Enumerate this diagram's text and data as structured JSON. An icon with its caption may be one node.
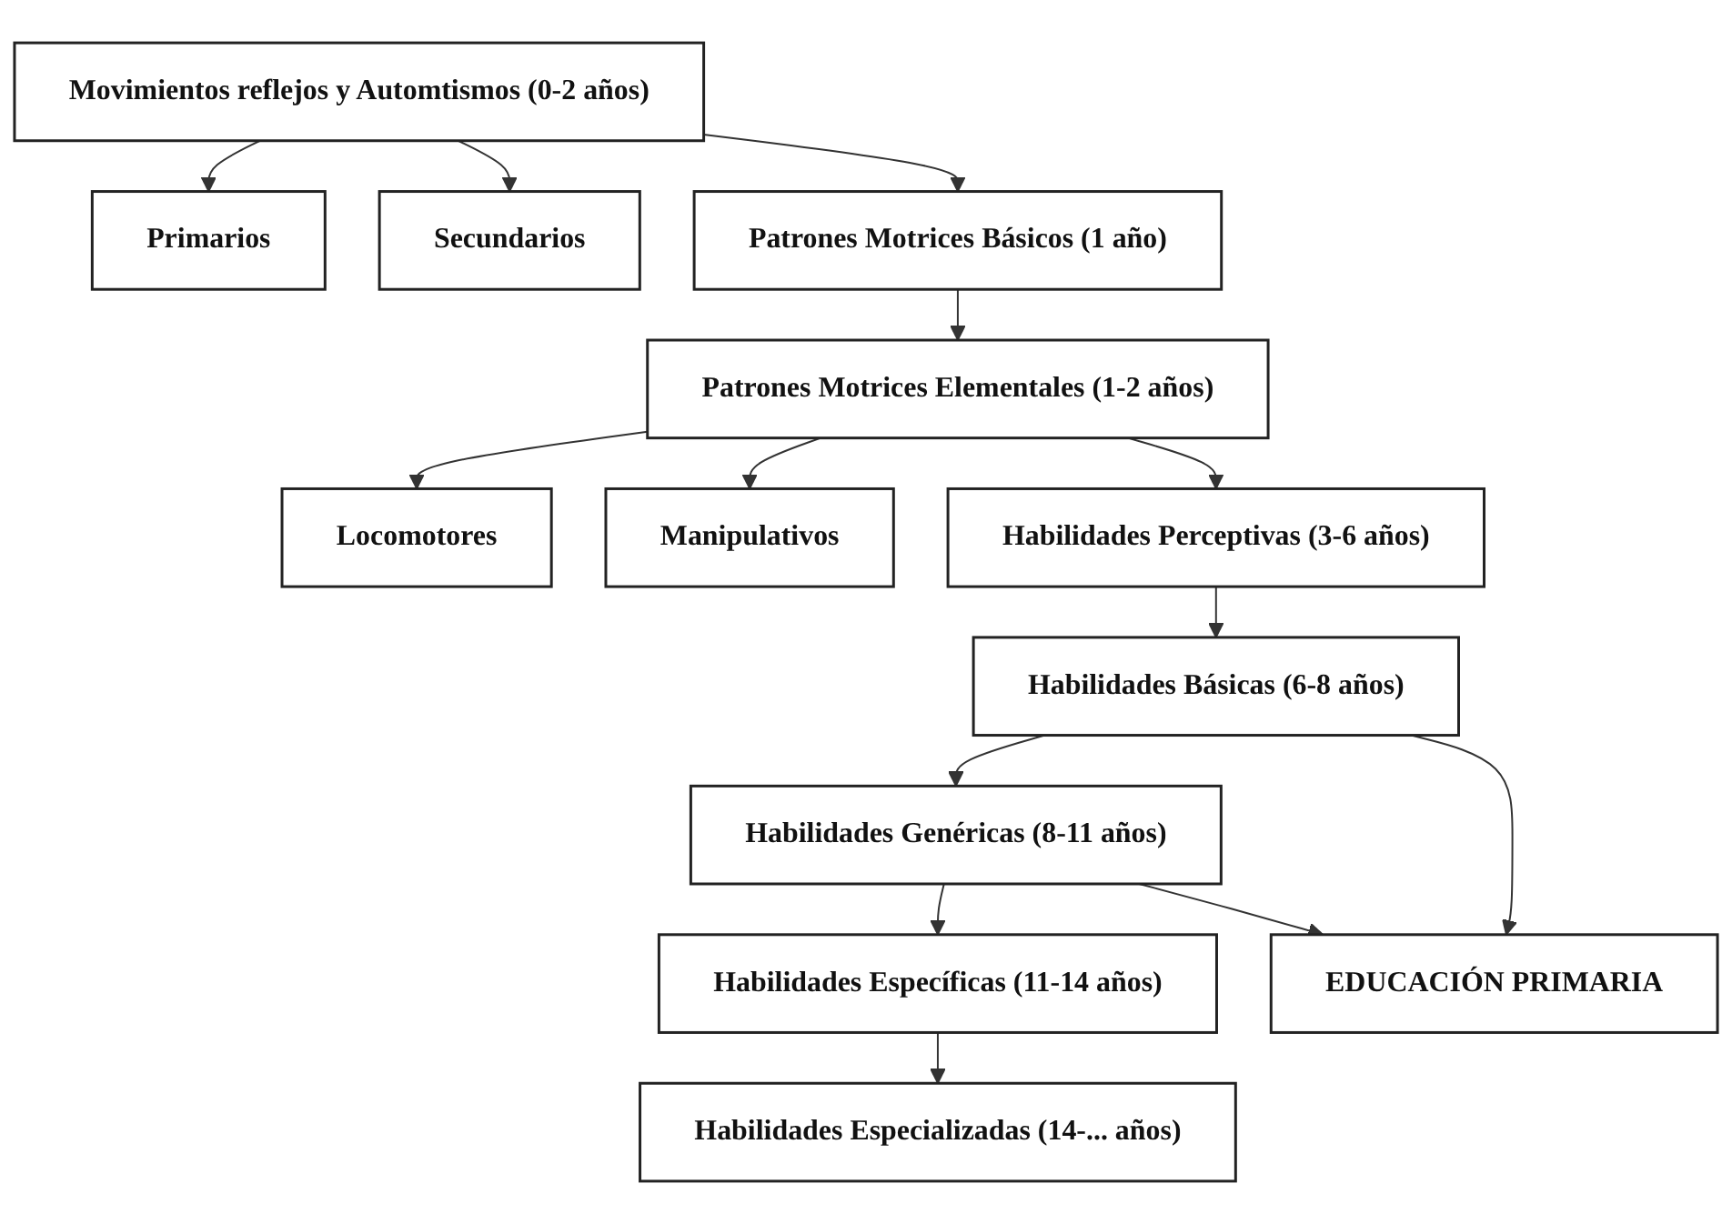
{
  "diagram": {
    "nodes": [
      {
        "text": [
          "Movimientos reflejos y Automtismos (0-2 años)"
        ]
      },
      {
        "text": [
          "Primarios"
        ]
      },
      {
        "text": [
          "Secundarios"
        ]
      },
      {
        "text": [
          "Patrones Motrices Básicos (1 año)"
        ]
      },
      {
        "text": [
          "Patrones Motrices Elementales (1-2 años)"
        ]
      },
      {
        "text": [
          "Locomotores"
        ]
      },
      {
        "text": [
          "Manipulativos"
        ]
      },
      {
        "text": [
          "Habilidades Perceptivas (3-6 años)"
        ]
      },
      {
        "text": [
          "Habilidades Básicas (6-8 años)"
        ]
      },
      {
        "text": [
          "Habilidades Genéricas (8-11 años)"
        ]
      },
      {
        "text": [
          "Habilidades Específicas (11-14 años)"
        ]
      },
      {
        "text": [
          "Habilidades Especializadas (14-... años)"
        ]
      },
      {
        "text": [
          "EDUCACIÓN PRIMARIA"
        ]
      }
    ],
    "edges": [
      {
        "from": 0,
        "to": 1,
        "arrow": "to"
      },
      {
        "from": 0,
        "to": 2,
        "arrow": "to"
      },
      {
        "from": 0,
        "to": 3,
        "arrow": "to"
      },
      {
        "from": 3,
        "to": 4,
        "arrow": "to"
      },
      {
        "from": 4,
        "to": 5,
        "arrow": "to"
      },
      {
        "from": 4,
        "to": 6,
        "arrow": "to"
      },
      {
        "from": 4,
        "to": 7,
        "arrow": "to"
      },
      {
        "from": 7,
        "to": 8,
        "arrow": "to"
      },
      {
        "from": 8,
        "to": 9,
        "arrow": "to"
      },
      {
        "from": 9,
        "to": 10,
        "arrow": "to"
      },
      {
        "from": 10,
        "to": 11,
        "arrow": "to"
      },
      {
        "from": 8,
        "to": 12,
        "arrow": "to"
      },
      {
        "from": 9,
        "to": 12,
        "arrow": "to"
      }
    ]
  }
}
